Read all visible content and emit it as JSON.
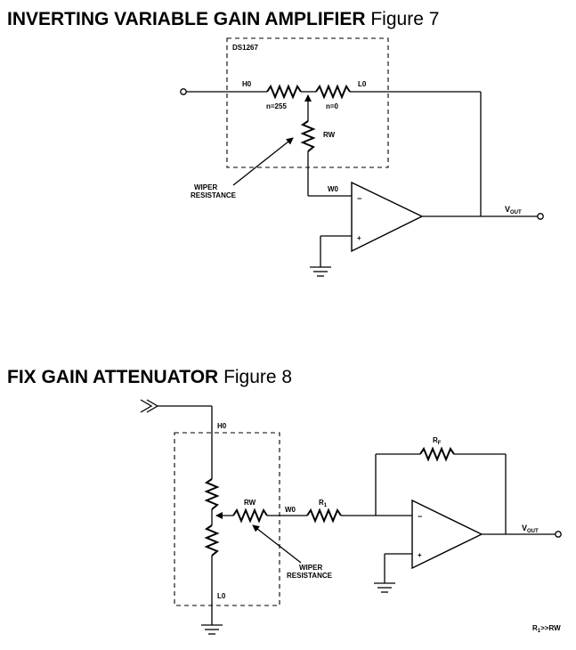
{
  "figure7": {
    "title_bold": "INVERTING VARIABLE GAIN AMPLIFIER",
    "title_figure": "Figure 7",
    "chip_label": "DS1267",
    "h0": "H0",
    "l0": "L0",
    "n255": "n=255",
    "n0": "n=0",
    "rw": "RW",
    "w0": "W0",
    "wiper_line1": "WIPER",
    "wiper_line2": "RESISTANCE",
    "minus": "−",
    "plus": "+",
    "vout_main": "V",
    "vout_sub": "OUT"
  },
  "figure8": {
    "title_bold": "FIX GAIN ATTENUATOR",
    "title_figure": "Figure 8",
    "h0": "H0",
    "l0": "L0",
    "rw": "RW",
    "w0": "W0",
    "r1_main": "R",
    "r1_sub": "1",
    "rf_main": "R",
    "rf_sub": "F",
    "wiper_line1": "WIPER",
    "wiper_line2": "RESISTANCE",
    "minus": "−",
    "plus": "+",
    "vout_main": "V",
    "vout_sub": "OUT",
    "note_main": "R",
    "note_sub": "1",
    "note_rest": ">>RW"
  }
}
